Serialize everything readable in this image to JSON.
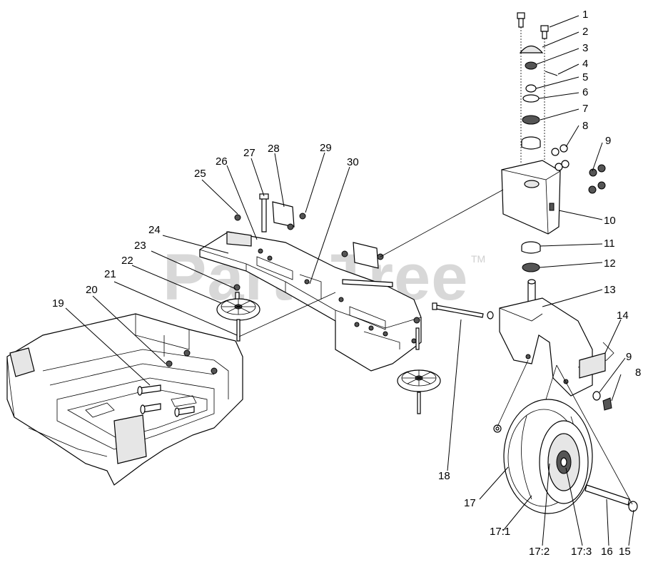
{
  "watermark": "PartsTree",
  "trademark": "TM",
  "callouts": [
    {
      "id": "c1",
      "label": "1"
    },
    {
      "id": "c2",
      "label": "2"
    },
    {
      "id": "c3",
      "label": "3"
    },
    {
      "id": "c4",
      "label": "4"
    },
    {
      "id": "c5",
      "label": "5"
    },
    {
      "id": "c6",
      "label": "6"
    },
    {
      "id": "c7",
      "label": "7"
    },
    {
      "id": "c8a",
      "label": "8"
    },
    {
      "id": "c9a",
      "label": "9"
    },
    {
      "id": "c10",
      "label": "10"
    },
    {
      "id": "c11",
      "label": "11"
    },
    {
      "id": "c12",
      "label": "12"
    },
    {
      "id": "c13",
      "label": "13"
    },
    {
      "id": "c14",
      "label": "14"
    },
    {
      "id": "c9b",
      "label": "9"
    },
    {
      "id": "c8b",
      "label": "8"
    },
    {
      "id": "c15",
      "label": "15"
    },
    {
      "id": "c16",
      "label": "16"
    },
    {
      "id": "c17-3",
      "label": "17:3"
    },
    {
      "id": "c17-2",
      "label": "17:2"
    },
    {
      "id": "c17-1",
      "label": "17:1"
    },
    {
      "id": "c17",
      "label": "17"
    },
    {
      "id": "c18",
      "label": "18"
    },
    {
      "id": "c19",
      "label": "19"
    },
    {
      "id": "c20",
      "label": "20"
    },
    {
      "id": "c21",
      "label": "21"
    },
    {
      "id": "c22",
      "label": "22"
    },
    {
      "id": "c23",
      "label": "23"
    },
    {
      "id": "c24",
      "label": "24"
    },
    {
      "id": "c25",
      "label": "25"
    },
    {
      "id": "c26",
      "label": "26"
    },
    {
      "id": "c27",
      "label": "27"
    },
    {
      "id": "c28",
      "label": "28"
    },
    {
      "id": "c29",
      "label": "29"
    },
    {
      "id": "c30",
      "label": "30"
    }
  ]
}
